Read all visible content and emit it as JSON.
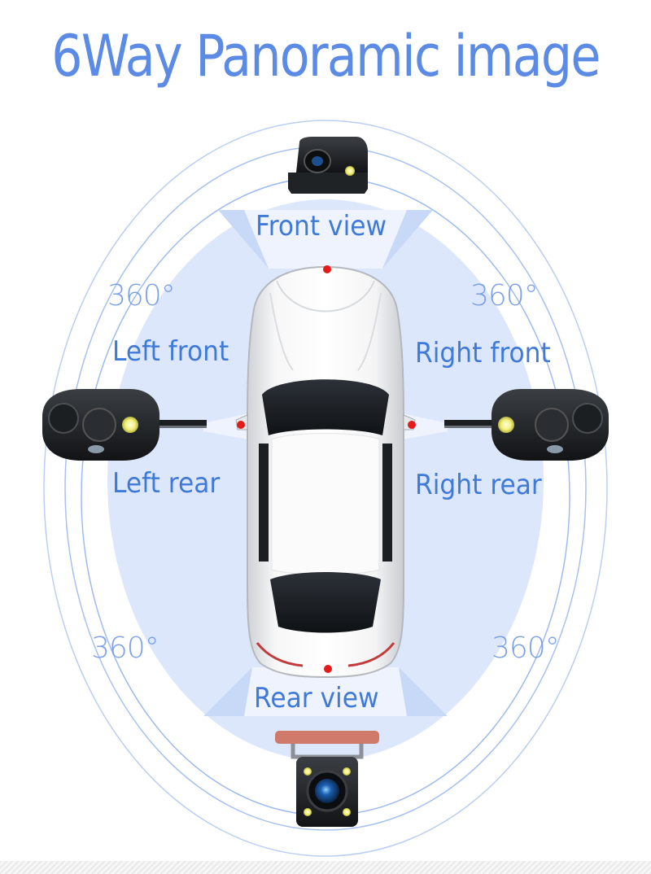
{
  "title": "6Way Panoramic image",
  "labels": {
    "front_view": "Front view",
    "rear_view": "Rear view",
    "left_front": "Left front",
    "right_front": "Right front",
    "left_rear": "Left rear",
    "right_rear": "Right rear"
  },
  "degrees": {
    "top_left": "360°",
    "top_right": "360°",
    "bottom_left": "360°",
    "bottom_right": "360°"
  },
  "colors": {
    "title": "#5b8be4",
    "label": "#3f7ad8",
    "coverage": "#dbe6fb",
    "ring": "#9ebbee",
    "marker": "#e41b1b"
  },
  "icons": [
    "front-camera-icon",
    "rear-camera-icon",
    "left-mirror-camera-icon",
    "right-mirror-camera-icon",
    "car-icon"
  ]
}
